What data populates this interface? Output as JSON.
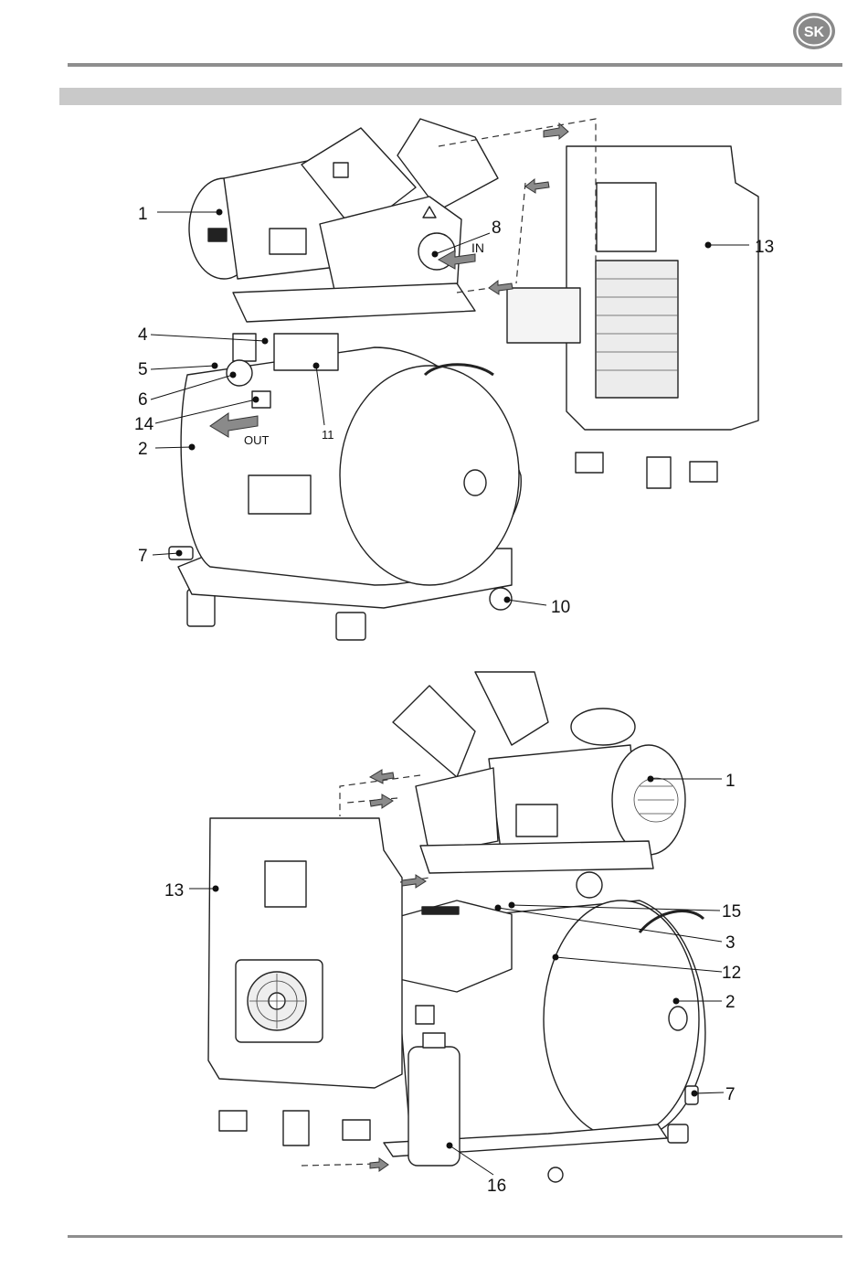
{
  "language_badge": "SK",
  "figure_top": {
    "callouts": {
      "c1": "1",
      "c8": "8",
      "c13": "13",
      "c4": "4",
      "c5": "5",
      "c6": "6",
      "c14": "14",
      "c11": "11",
      "c2": "2",
      "c7": "7",
      "c10": "10"
    },
    "arrow_labels": {
      "in": "IN",
      "out": "OUT"
    }
  },
  "figure_bottom": {
    "callouts": {
      "c1": "1",
      "c13": "13",
      "c15": "15",
      "c3": "3",
      "c12": "12",
      "c2": "2",
      "c7": "7",
      "c16": "16"
    }
  },
  "colors": {
    "rule": "#8e8e8e",
    "bar": "#c9c9c9",
    "badge": "#8a8a8a"
  }
}
